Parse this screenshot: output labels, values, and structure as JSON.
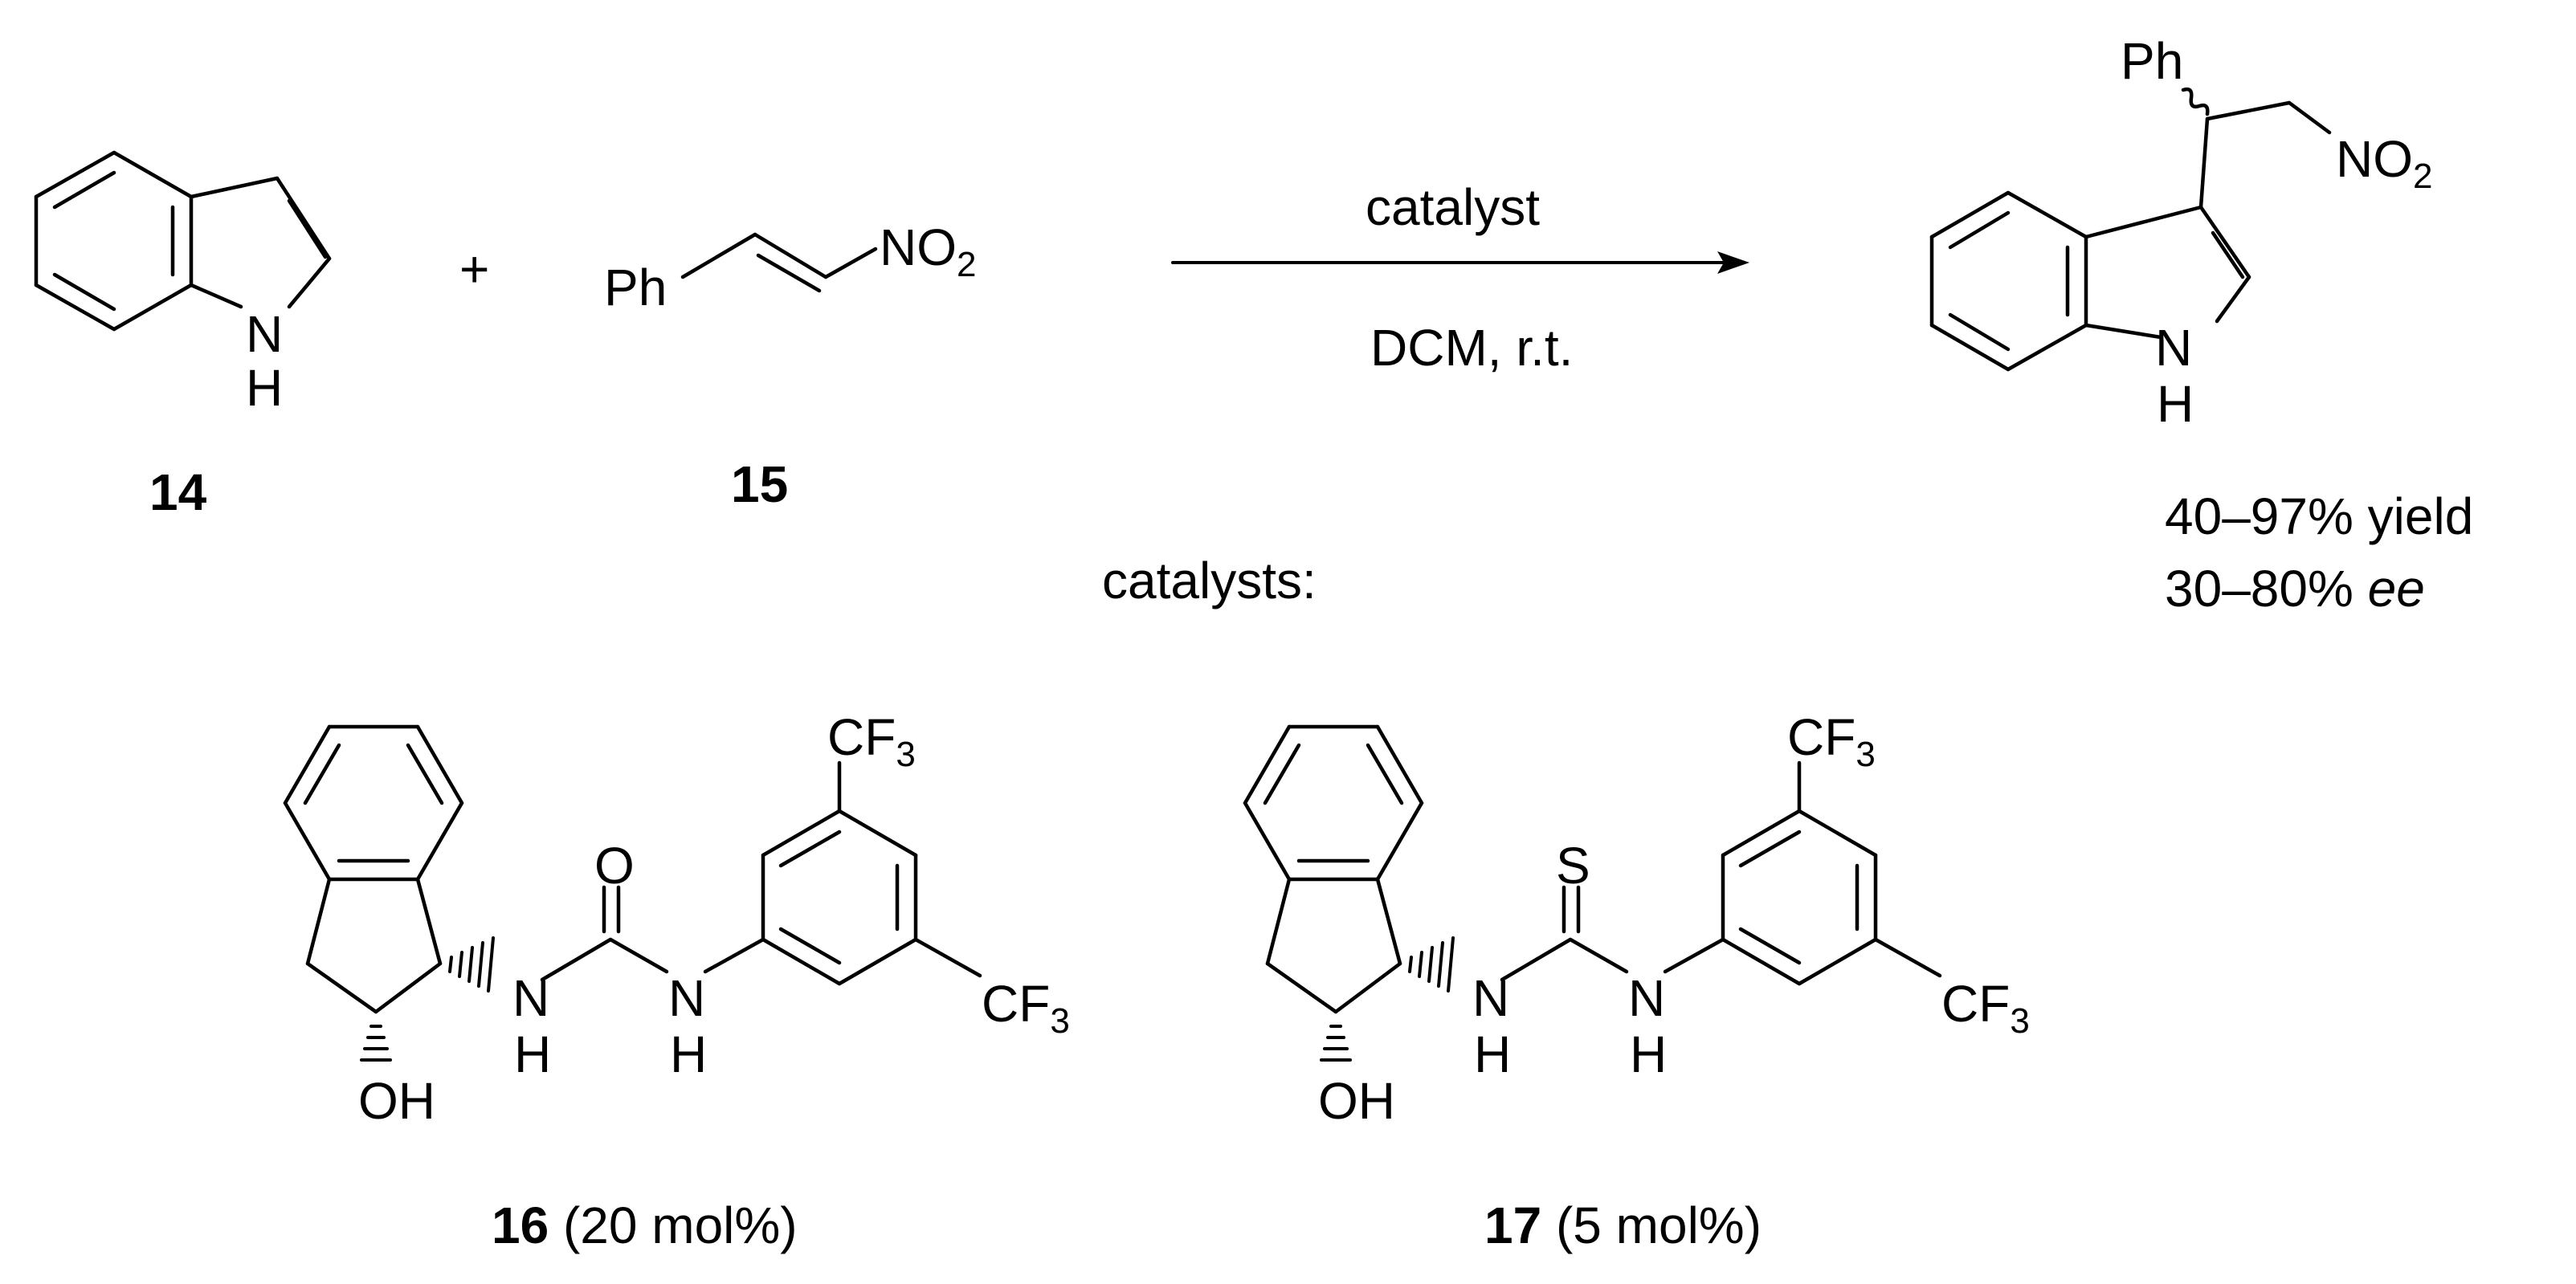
{
  "reactants": {
    "indole": {
      "number": "14",
      "nh": "N",
      "h": "H"
    },
    "plus": "+",
    "nitrostyrene": {
      "number": "15",
      "ph": "Ph",
      "no2": "NO",
      "no2_sub": "2"
    }
  },
  "conditions": {
    "above": "catalyst",
    "below": "DCM, r.t."
  },
  "product": {
    "ph": "Ph",
    "no2": "NO",
    "no2_sub": "2",
    "nh": "N",
    "h": "H",
    "yield": "40–97% yield",
    "ee_value": "30–80% ",
    "ee_unit": "ee"
  },
  "catalysts_label": "catalysts:",
  "catalyst_16": {
    "number": "16",
    "loading": " (20 mol%)",
    "carbonyl": "O",
    "oh": "OH",
    "n1": "N",
    "h1": "H",
    "n2": "N",
    "h2": "H",
    "cf3_top": "CF",
    "cf3_bottom": "CF",
    "sub3": "3"
  },
  "catalyst_17": {
    "number": "17",
    "loading": " (5 mol%)",
    "carbonyl": "S",
    "oh": "OH",
    "n1": "N",
    "h1": "H",
    "n2": "N",
    "h2": "H",
    "cf3_top": "CF",
    "cf3_bottom": "CF",
    "sub3": "3"
  }
}
